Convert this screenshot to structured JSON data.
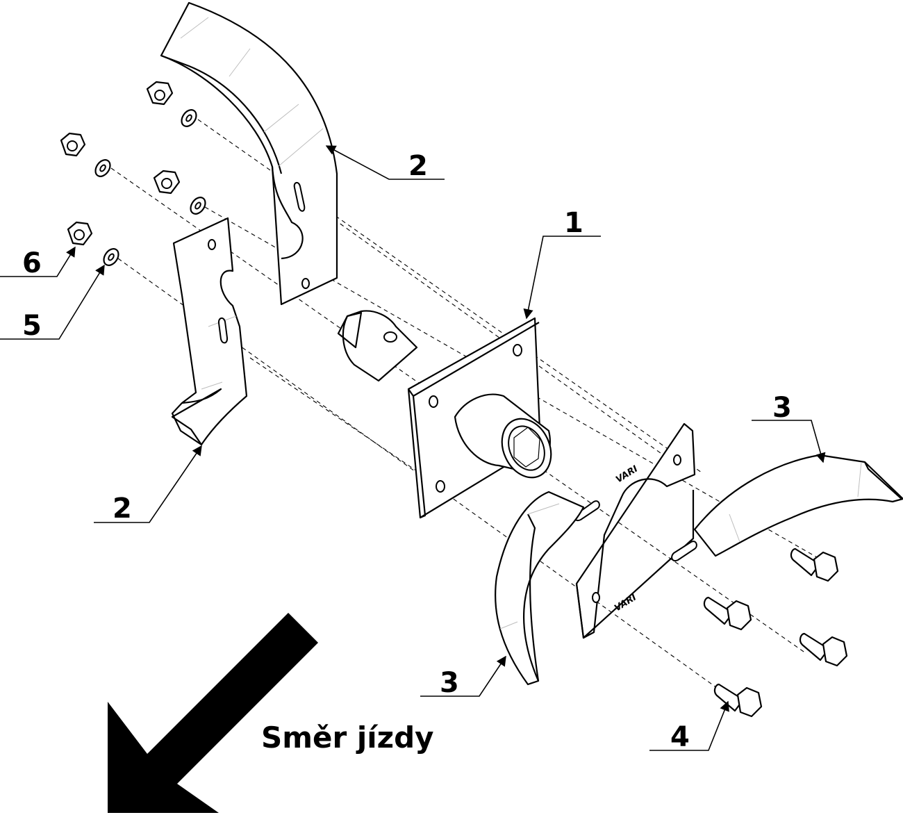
{
  "callouts": {
    "flange": "1",
    "left_blade_upper": "2",
    "left_blade_lower": "2",
    "right_blade_right": "3",
    "right_blade_left": "3",
    "bolt": "4",
    "washer": "5",
    "nut": "6"
  },
  "brand_marks": {
    "upper": "VARI",
    "lower": "VARI"
  },
  "direction": {
    "label": "Směr jízdy",
    "icon": "arrow-down-left-icon"
  },
  "colors": {
    "line": "#000000",
    "paper": "#ffffff"
  }
}
